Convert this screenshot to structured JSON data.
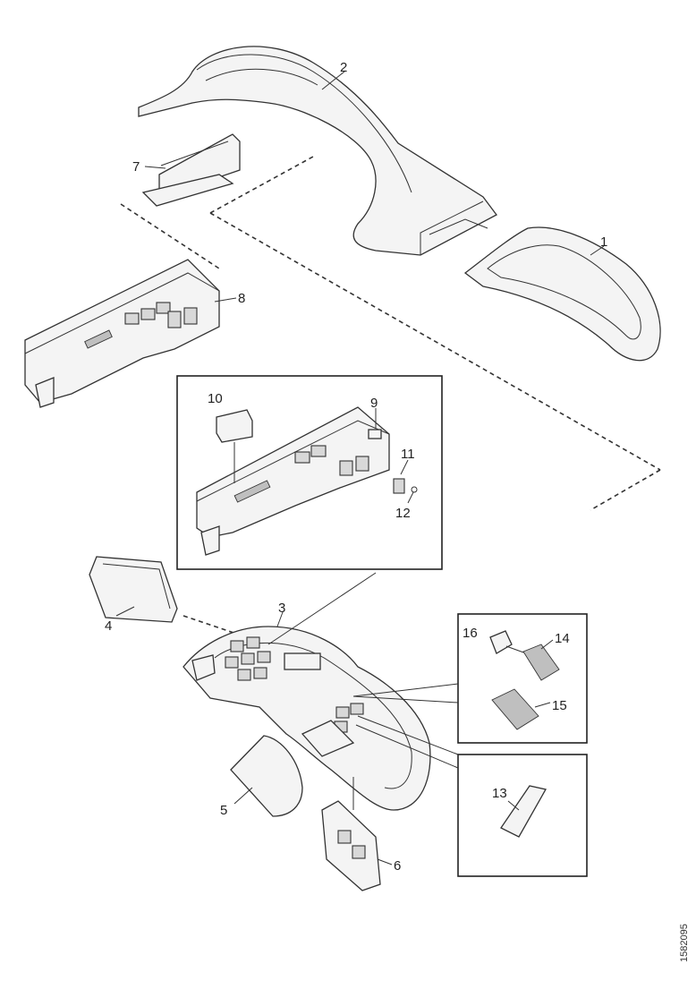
{
  "diagram": {
    "drawing_code": "1582095",
    "callouts": [
      "1",
      "2",
      "3",
      "4",
      "5",
      "6",
      "7",
      "8",
      "9",
      "10",
      "11",
      "12",
      "13",
      "14",
      "15",
      "16"
    ]
  }
}
